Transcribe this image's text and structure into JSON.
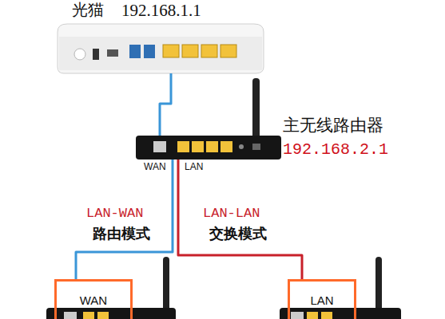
{
  "diagram": {
    "nodes": [
      {
        "text": [
          "光猫",
          "192.168.1.1"
        ]
      },
      {
        "text": [
          "主无线路由器",
          "192.168.2.1"
        ]
      },
      {
        "text": [
          "WAN"
        ]
      },
      {
        "text": [
          "LAN"
        ]
      }
    ],
    "edges": [
      {
        "from": 0,
        "to": 1,
        "arrow": "none"
      },
      {
        "from": 1,
        "to": 2,
        "arrow": "none"
      },
      {
        "from": 1,
        "to": 3,
        "arrow": "none"
      }
    ],
    "labels": [
      "WAN",
      "LAN",
      "LAN-WAN",
      "路由模式",
      "LAN-LAN",
      "交换模式"
    ]
  }
}
